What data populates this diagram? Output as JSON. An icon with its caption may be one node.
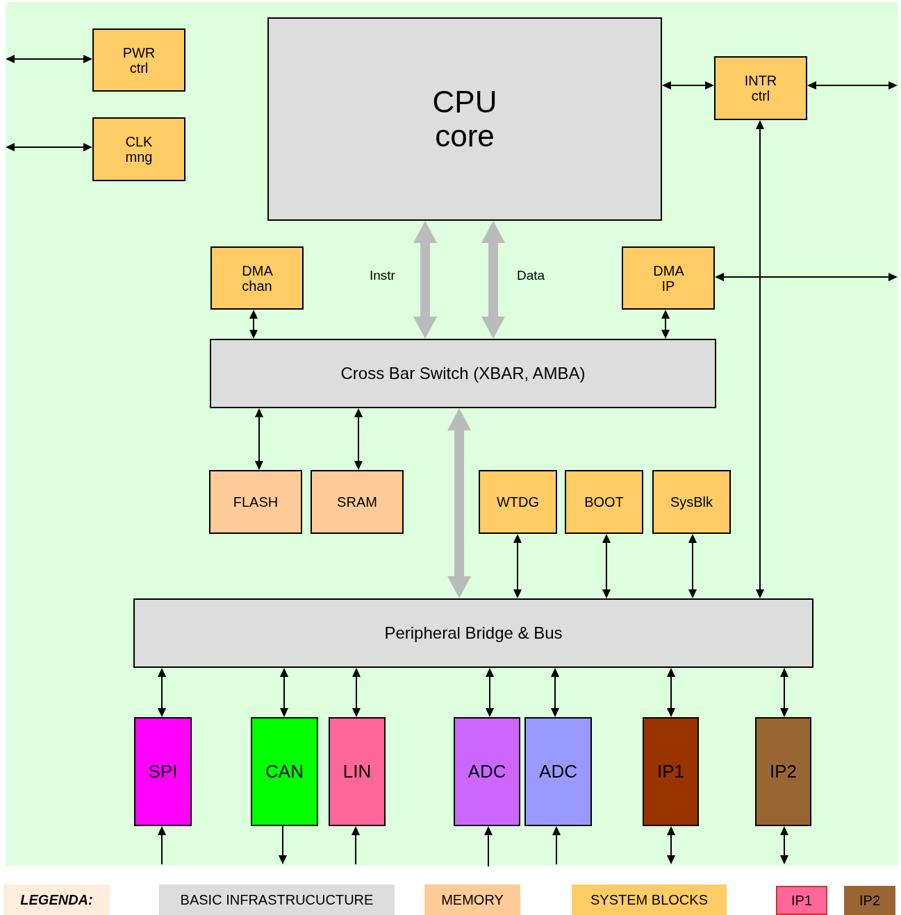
{
  "diagram": {
    "nodes": [
      {
        "text": [
          "PWR ctrl"
        ]
      },
      {
        "text": [
          "CLK mng"
        ]
      },
      {
        "text": [
          "CPU core"
        ]
      },
      {
        "text": [
          "INTR ctrl"
        ]
      },
      {
        "text": [
          "DMA chan"
        ]
      },
      {
        "text": [
          "DMA IP"
        ]
      },
      {
        "text": [
          "Cross Bar Switch (XBAR, AMBA)"
        ]
      },
      {
        "text": [
          "FLASH"
        ]
      },
      {
        "text": [
          "SRAM"
        ]
      },
      {
        "text": [
          "WTDG"
        ]
      },
      {
        "text": [
          "BOOT"
        ]
      },
      {
        "text": [
          "SysBlk"
        ]
      },
      {
        "text": [
          "Peripheral Bridge & Bus"
        ]
      },
      {
        "text": [
          "SPI"
        ]
      },
      {
        "text": [
          "CAN"
        ]
      },
      {
        "text": [
          "LIN"
        ]
      },
      {
        "text": [
          "ADC"
        ]
      },
      {
        "text": [
          "ADC"
        ]
      },
      {
        "text": [
          "IP1"
        ]
      },
      {
        "text": [
          "IP2"
        ]
      }
    ],
    "edges": [
      {
        "from": null,
        "to": 0,
        "arrow": "both"
      },
      {
        "from": null,
        "to": 1,
        "arrow": "both"
      },
      {
        "from": 2,
        "to": 3,
        "arrow": "both"
      },
      {
        "from": 3,
        "to": null,
        "arrow": "both"
      },
      {
        "from": 12,
        "to": 3,
        "arrow": "both"
      },
      {
        "from": 5,
        "to": null,
        "arrow": "both"
      },
      {
        "from": 4,
        "to": 6,
        "arrow": "both"
      },
      {
        "from": 5,
        "to": 6,
        "arrow": "both"
      },
      {
        "from": 2,
        "to": 6,
        "arrow": "both",
        "label": "Instr",
        "style": "thick",
        "color": "#bbbbbb"
      },
      {
        "from": 2,
        "to": 6,
        "arrow": "both",
        "label": "Data",
        "style": "thick",
        "color": "#bbbbbb"
      },
      {
        "from": 6,
        "to": 7,
        "arrow": "both"
      },
      {
        "from": 6,
        "to": 8,
        "arrow": "both"
      },
      {
        "from": 6,
        "to": 12,
        "arrow": "both",
        "style": "thick",
        "color": "#bbbbbb"
      },
      {
        "from": 9,
        "to": 12,
        "arrow": "both"
      },
      {
        "from": 10,
        "to": 12,
        "arrow": "both"
      },
      {
        "from": 11,
        "to": 12,
        "arrow": "both"
      },
      {
        "from": 12,
        "to": 13,
        "arrow": "both"
      },
      {
        "from": 12,
        "to": 14,
        "arrow": "both"
      },
      {
        "from": 12,
        "to": 15,
        "arrow": "both"
      },
      {
        "from": 12,
        "to": 16,
        "arrow": "both"
      },
      {
        "from": 12,
        "to": 17,
        "arrow": "both"
      },
      {
        "from": 12,
        "to": 18,
        "arrow": "both"
      },
      {
        "from": 12,
        "to": 19,
        "arrow": "both"
      },
      {
        "from": null,
        "to": 13,
        "arrow": "to"
      },
      {
        "from": 14,
        "to": null,
        "arrow": "to"
      },
      {
        "from": null,
        "to": 15,
        "arrow": "to"
      },
      {
        "from": null,
        "to": 16,
        "arrow": "to"
      },
      {
        "from": null,
        "to": 17,
        "arrow": "to"
      },
      {
        "from": 18,
        "to": null,
        "arrow": "both"
      },
      {
        "from": 19,
        "to": null,
        "arrow": "both"
      }
    ],
    "labels": [
      "LEGENDA:"
    ],
    "legend": [
      {
        "text": "BASIC INFRASTRUCUCTURE",
        "color": "#dddddd"
      },
      {
        "text": "MEMORY",
        "color": "#ffcc99"
      },
      {
        "text": "SYSTEM BLOCKS",
        "color": "#ffcc66"
      },
      {
        "text": "IP1",
        "color": "#ff6699"
      },
      {
        "text": "IP2",
        "color": "#996633"
      }
    ]
  }
}
